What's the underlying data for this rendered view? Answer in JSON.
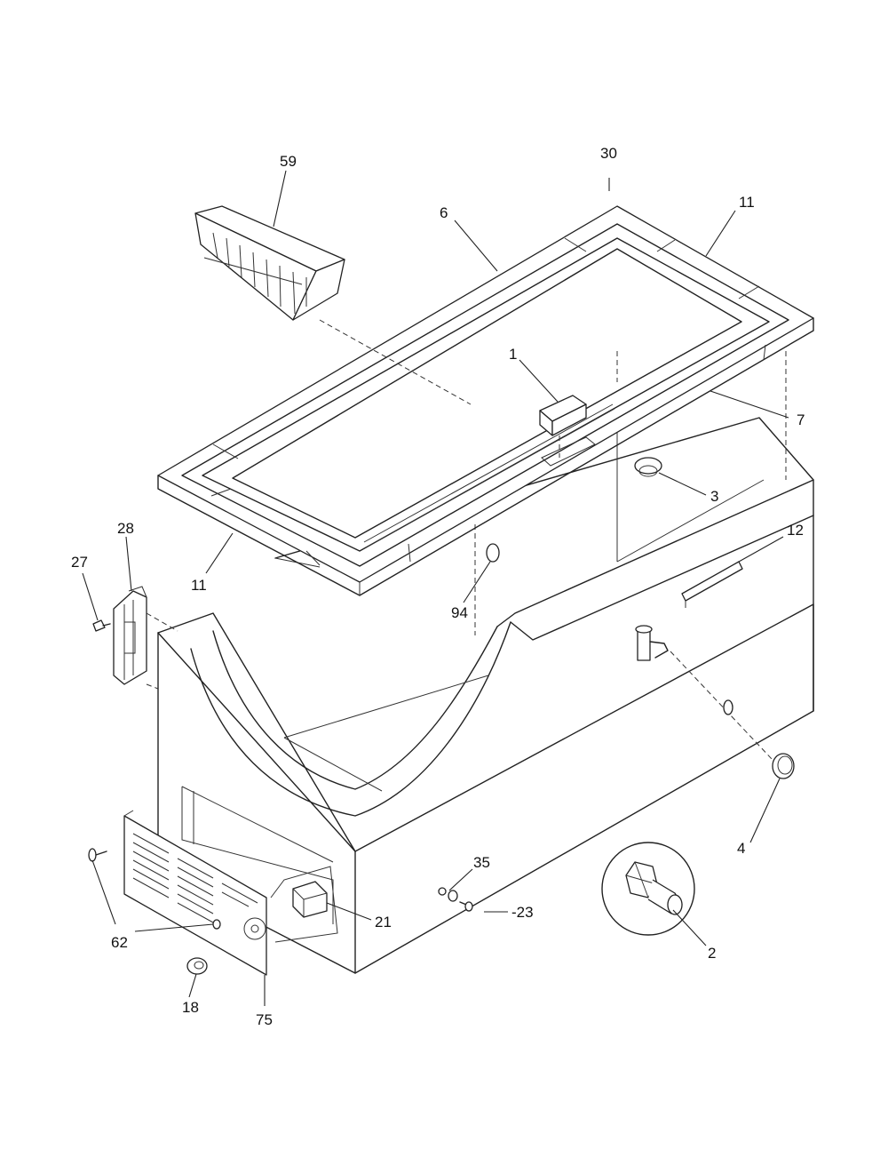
{
  "labels": {
    "p30": "30",
    "p59": "59",
    "p6": "6",
    "p11_top": "11",
    "p1": "1",
    "p7": "7",
    "p3": "3",
    "p12": "12",
    "p28": "28",
    "p27": "27",
    "p11_left": "11",
    "p94": "94",
    "p4": "4",
    "p35": "35",
    "p23": "-23",
    "p21": "21",
    "p2": "2",
    "p62": "62",
    "p18": "18",
    "p75": "75"
  }
}
